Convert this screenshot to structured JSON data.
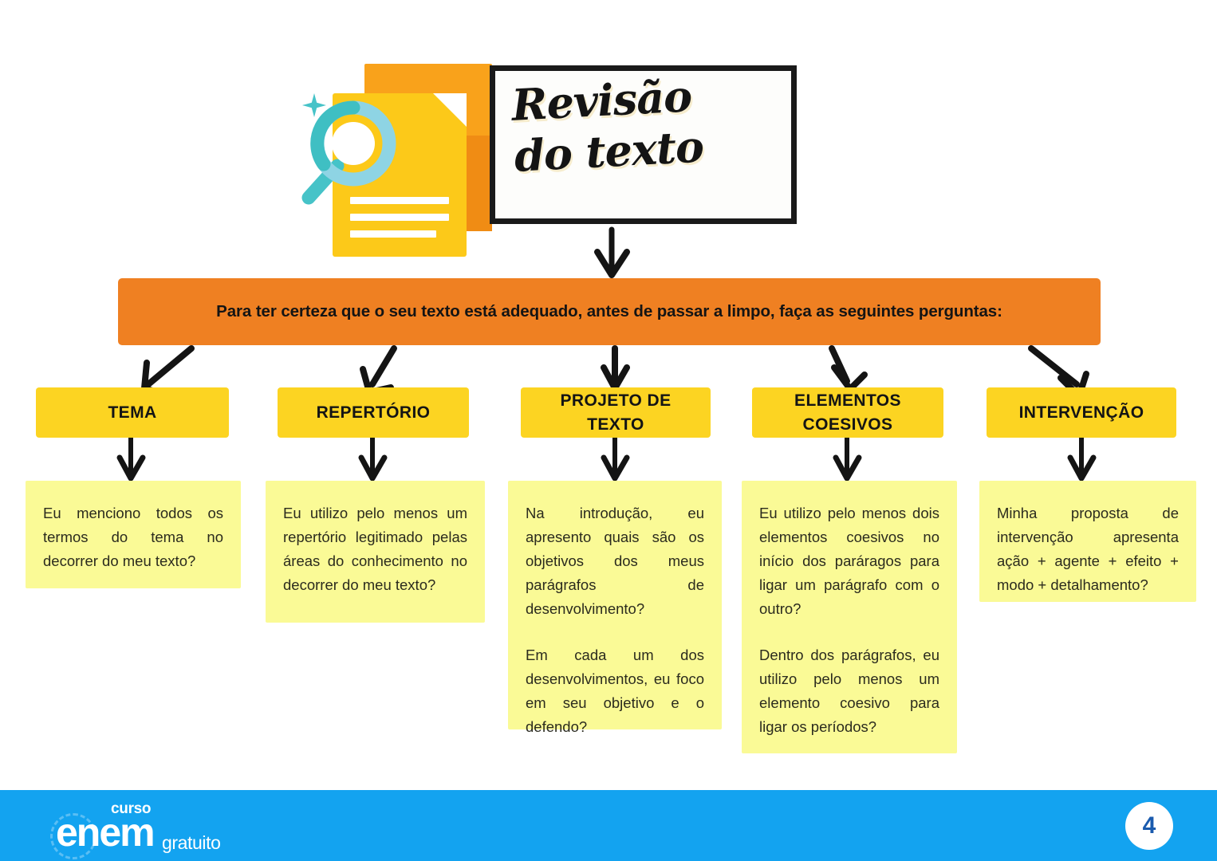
{
  "header": {
    "title_line1": "Revisão",
    "title_line2": "do texto",
    "title": "Revisão\ndo texto",
    "icons": {
      "document": "document-icon",
      "magnifier": "magnifier-icon",
      "sparkle": "sparkle-icon"
    }
  },
  "banner": {
    "text": "Para ter certeza que o seu texto está adequado, antes de passar a limpo, faça as seguintes perguntas:"
  },
  "categories": [
    {
      "label": "TEMA"
    },
    {
      "label": "REPERTÓRIO"
    },
    {
      "label": "PROJETO DE\nTEXTO"
    },
    {
      "label": "ELEMENTOS\nCOESIVOS"
    },
    {
      "label": "INTERVENÇÃO"
    }
  ],
  "cards": [
    {
      "p1": "Eu menciono todos os termos do tema no decorrer do meu texto?",
      "p2": ""
    },
    {
      "p1": "Eu utilizo pelo menos um repertório legitimado pelas áreas do conhecimento no decorrer do meu texto?",
      "p2": ""
    },
    {
      "p1": "Na introdução, eu apresento quais são os objetivos dos meus parágrafos de desenvolvimento?",
      "p2": "Em cada um dos desenvolvimentos, eu foco em seu objetivo e o defendo?"
    },
    {
      "p1": "Eu utilizo pelo menos dois elementos coesivos no início dos paráragos para ligar um parágrafo com o outro?",
      "p2": "Dentro dos parágrafos, eu utilizo pelo menos um elemento coesivo para ligar os períodos?"
    },
    {
      "p1": "Minha proposta de intervenção apresenta ação + agente + efeito + modo + detalhamento?",
      "p2": ""
    }
  ],
  "footer": {
    "logo_curso": "curso",
    "logo_enem": "enem",
    "logo_gratuito": "gratuito",
    "page_number": "4"
  },
  "colors": {
    "banner_orange": "#EF8022",
    "category_yellow": "#FCD422",
    "card_yellow": "#FAFA96",
    "footer_blue": "#13A3F0",
    "page_number_blue": "#1A5BAE",
    "doc_front": "#FCC919",
    "doc_back": "#F9A21B",
    "magnifier_teal": "#46C3C8",
    "ink_black": "#141414"
  }
}
